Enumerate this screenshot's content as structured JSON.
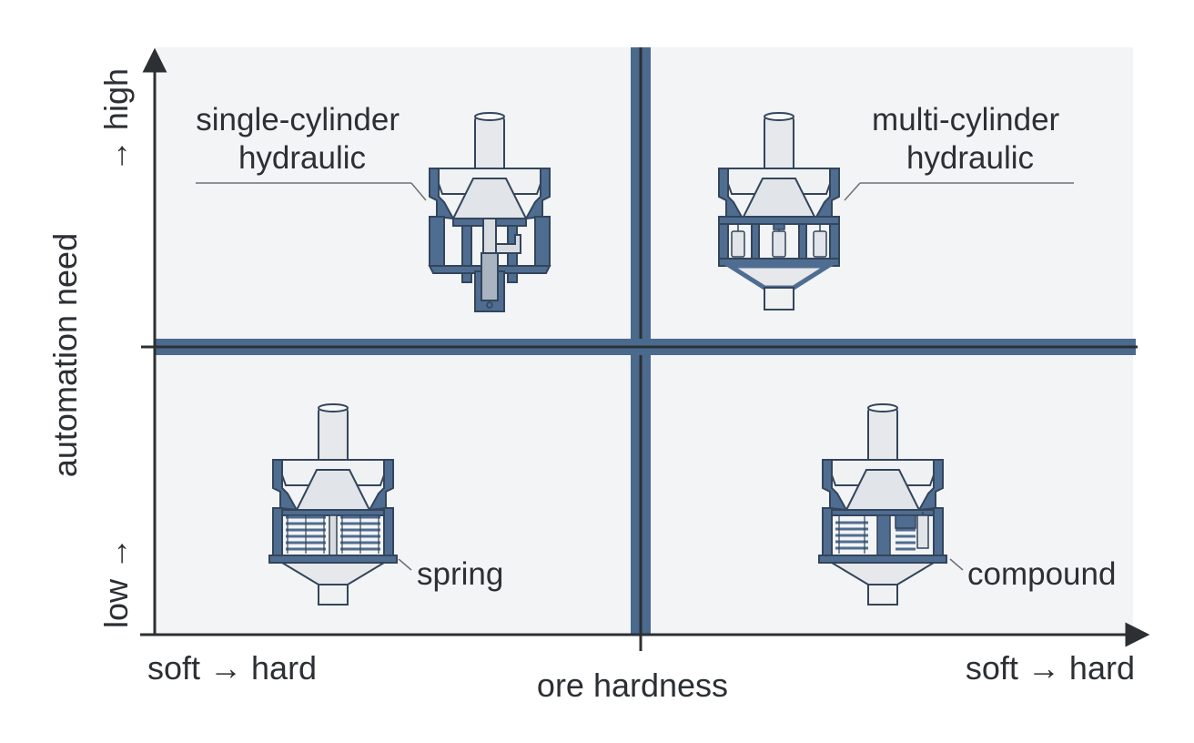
{
  "colors": {
    "quadrant_fill": "#f3f4f5",
    "divider_blue": "#4a6a8e",
    "axis": "#2c2f33",
    "steel_blue": "#4f6d91",
    "steel_dark": "#33455b",
    "light_metal": "#e6e8eb"
  },
  "axes": {
    "x_label": "ore hardness",
    "x_left": "soft → hard",
    "x_right": "soft → hard",
    "y_label": "automation need",
    "y_low": "low →",
    "y_high": "→ high"
  },
  "quadrants": [
    {
      "id": "top-left",
      "label_lines": [
        "single-cylinder",
        "hydraulic"
      ],
      "icon": "single-cylinder-hydraulic-crusher-icon"
    },
    {
      "id": "top-right",
      "label_lines": [
        "multi-cylinder",
        "hydraulic"
      ],
      "icon": "multi-cylinder-hydraulic-crusher-icon"
    },
    {
      "id": "bottom-left",
      "label_lines": [
        "spring"
      ],
      "icon": "spring-crusher-icon"
    },
    {
      "id": "bottom-right",
      "label_lines": [
        "compound"
      ],
      "icon": "compound-crusher-icon"
    }
  ]
}
